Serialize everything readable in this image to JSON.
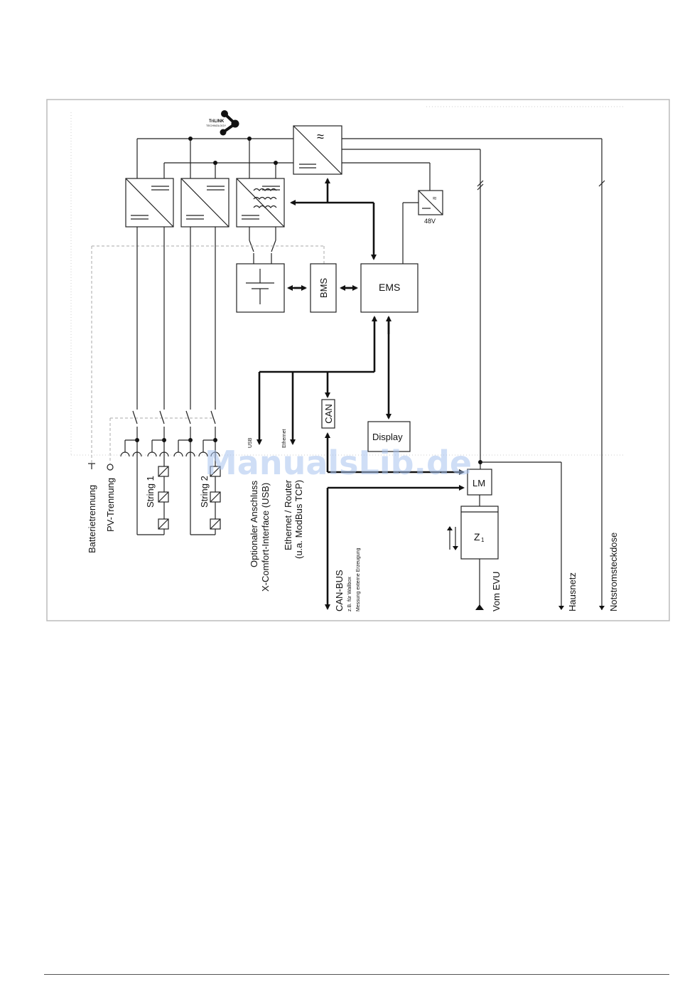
{
  "labels": {
    "bms": "BMS",
    "ems": "EMS",
    "display": "Display",
    "can": "CAN",
    "lm": "LM",
    "meter": "Z",
    "meter_sub": "1",
    "v48": "48V",
    "usb": "USB",
    "ethernet": "Ethernet",
    "ac_symbol": "≈",
    "logo": "TriLINK",
    "logo_sub": "TECHNOLOGY"
  },
  "bottom_labels": {
    "batterietrennung": "Batterietrennung",
    "pv_trennung": "PV-Trennung",
    "string1": "String 1",
    "string2": "String 2",
    "usb_line1": "Optionaler Anschluss",
    "usb_line2": "X-Comfort-Interface (USB)",
    "eth_line1": "Ethernet / Router",
    "eth_line2": "(u.a. ModBus TCP)",
    "canbus": "CAN-BUS",
    "canbus_sub1": "z.B. für Wallbox",
    "canbus_sub2": "Messung externe Erzeugung",
    "vom_evu": "Vom EVU",
    "hausnetz": "Hausnetz",
    "notstrom": "Notstromsteckdose"
  },
  "watermark": "ManualsLib.de"
}
